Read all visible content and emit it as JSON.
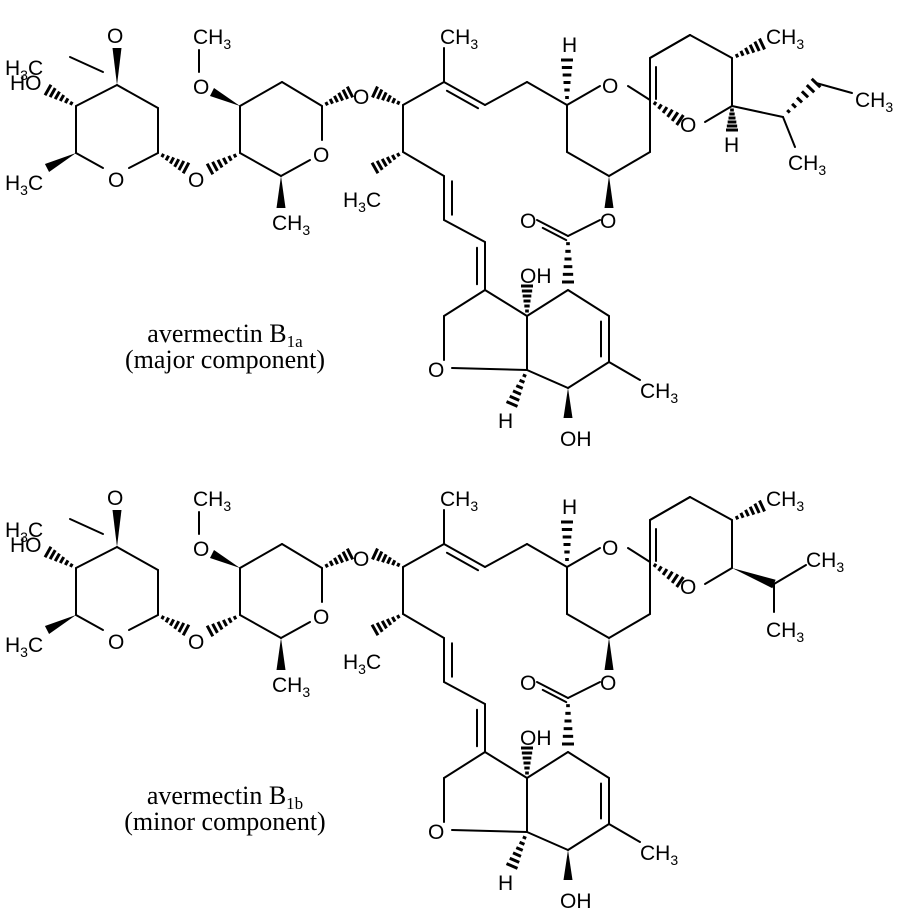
{
  "figure": {
    "structures": [
      {
        "id": "b1a",
        "name": "avermectin B",
        "subscript": "1a",
        "note": "(major component)",
        "side_chain": "sec-butyl"
      },
      {
        "id": "b1b",
        "name": "avermectin B",
        "subscript": "1b",
        "note": "(minor component)",
        "side_chain": "isopropyl"
      }
    ],
    "atom_labels": {
      "oxygen": "O",
      "hydroxyl": "OH",
      "hydroxyl_left": "HO",
      "hydrogen": "H",
      "methyl_main": "CH",
      "methyl_left_main": "H",
      "methyl_left_tail": "C",
      "three": "3"
    }
  }
}
